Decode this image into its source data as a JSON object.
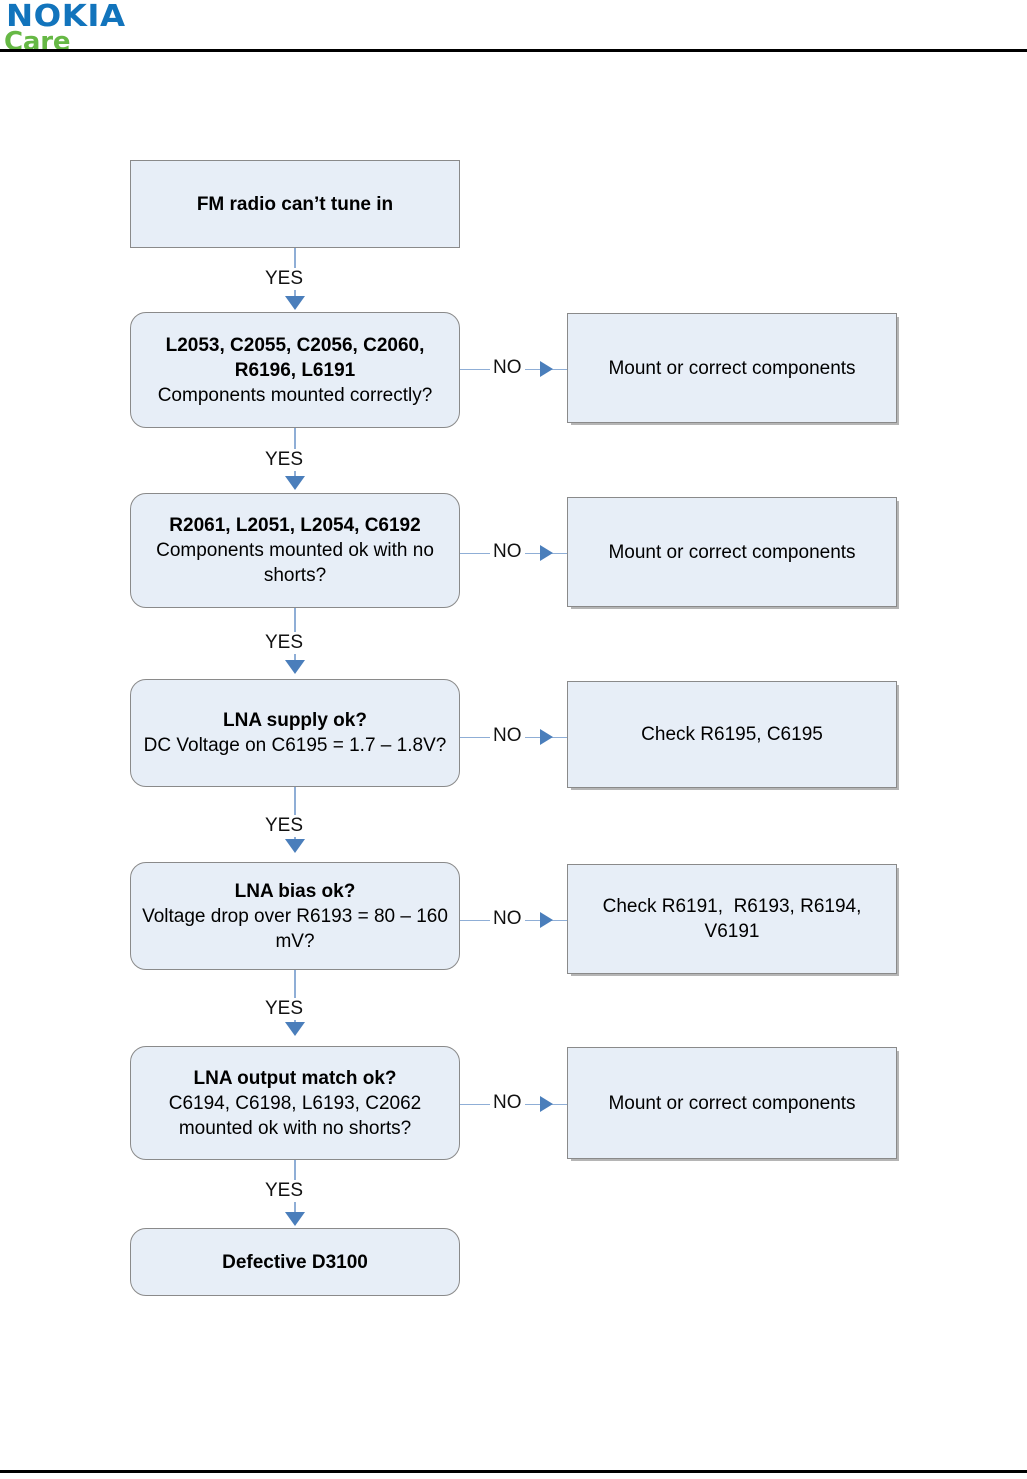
{
  "header": {
    "logo_primary": "NOKIA",
    "logo_secondary": "Care"
  },
  "flowchart": {
    "title": "FM radio can't tune in troubleshooting",
    "colors": {
      "node_fill": "#E7EEF7",
      "node_border": "#8A8A8A",
      "connector_line": "#8FAED6",
      "arrow_head": "#4A7EBB",
      "logo_blue": "#1274BC",
      "logo_green": "#66B845"
    },
    "nodes": [
      {
        "id": "start",
        "shape": "rect",
        "lines": [
          {
            "text": "FM radio can’t tune in",
            "weight": "bold"
          }
        ]
      },
      {
        "id": "check1",
        "shape": "rounded",
        "lines": [
          {
            "text": "L2053, C2055, C2056, C2060,\nR6196, L6191",
            "weight": "bold"
          },
          {
            "text": "Components mounted correctly?",
            "weight": "normal"
          }
        ]
      },
      {
        "id": "action1",
        "shape": "rect",
        "lines": [
          {
            "text": "Mount or correct components",
            "weight": "normal"
          }
        ]
      },
      {
        "id": "check2",
        "shape": "rounded",
        "lines": [
          {
            "text": "R2061, L2051, L2054, C6192",
            "weight": "bold"
          },
          {
            "text": "Components mounted ok with no shorts?",
            "weight": "normal"
          }
        ]
      },
      {
        "id": "action2",
        "shape": "rect",
        "lines": [
          {
            "text": "Mount or correct components",
            "weight": "normal"
          }
        ]
      },
      {
        "id": "check3",
        "shape": "rounded",
        "lines": [
          {
            "text": "LNA supply ok?",
            "weight": "bold"
          },
          {
            "text": "DC Voltage on C6195 = 1.7 – 1.8V?",
            "weight": "normal"
          }
        ]
      },
      {
        "id": "action3",
        "shape": "rect",
        "lines": [
          {
            "text": "Check R6195, C6195",
            "weight": "normal"
          }
        ]
      },
      {
        "id": "check4",
        "shape": "rounded",
        "lines": [
          {
            "text": "LNA bias ok?",
            "weight": "bold"
          },
          {
            "text": "Voltage drop over R6193 = 80 – 160 mV?",
            "weight": "normal"
          }
        ]
      },
      {
        "id": "action4",
        "shape": "rect",
        "lines": [
          {
            "text": "Check R6191,  R6193, R6194, V6191",
            "weight": "normal"
          }
        ]
      },
      {
        "id": "check5",
        "shape": "rounded",
        "lines": [
          {
            "text": "LNA output match ok?",
            "weight": "bold"
          },
          {
            "text": "C6194, C6198, L6193, C2062 mounted ok with no shorts?",
            "weight": "normal"
          }
        ]
      },
      {
        "id": "action5",
        "shape": "rect",
        "lines": [
          {
            "text": "Mount or correct components",
            "weight": "normal"
          }
        ]
      },
      {
        "id": "end",
        "shape": "rounded",
        "lines": [
          {
            "text": "Defective D3100",
            "weight": "bold"
          }
        ]
      }
    ],
    "edge_labels": {
      "yes": "YES",
      "no": "NO"
    }
  }
}
